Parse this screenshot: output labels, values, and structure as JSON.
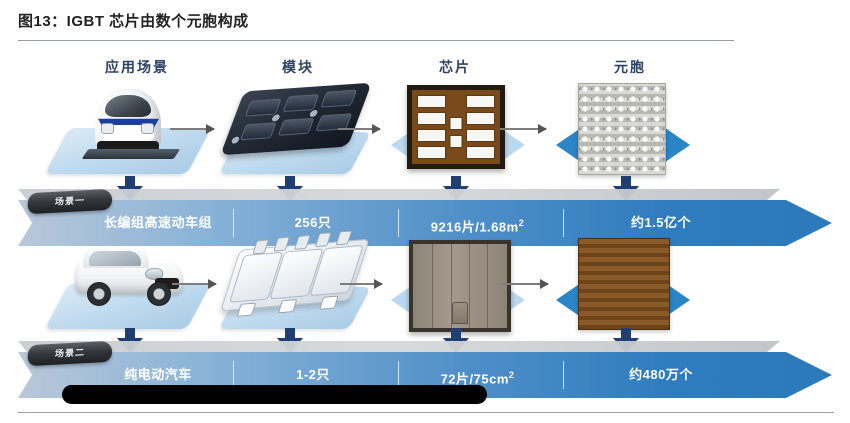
{
  "figure": {
    "title": "图13：IGBT 芯片由数个元胞构成"
  },
  "columns": [
    {
      "id": "application-scene",
      "label": "应用场景"
    },
    {
      "id": "module",
      "label": "模块"
    },
    {
      "id": "chip",
      "label": "芯片"
    },
    {
      "id": "cell",
      "label": "元胞"
    }
  ],
  "scenarios": [
    {
      "tag": "场景一",
      "values": {
        "application": "长编组高速动车组",
        "module": "256只",
        "chip": "9216片/1.68m",
        "chip_sup": "2",
        "cell": "约1.5亿个"
      },
      "visuals": {
        "application": "high-speed-train",
        "module": "dark-igbt-power-module",
        "chip": "brown-grid-chip",
        "cell": "grey-honeycomb-cell"
      }
    },
    {
      "tag": "场景二",
      "values": {
        "application": "纯电动汽车",
        "module": "1-2只",
        "chip": "72片/75cm",
        "chip_sup": "2",
        "cell": "约480万个"
      },
      "visuals": {
        "application": "white-electric-car",
        "module": "light-igbt-power-module",
        "chip": "grey-striped-chip",
        "cell": "brown-striped-cell"
      }
    }
  ],
  "colors": {
    "header_text": "#2d4364",
    "banner_start": "#b9c8d8",
    "banner_end": "#2b7ab9",
    "arrow_navy": "#1f3f73",
    "pill_dark": "#1d2024",
    "rule": "#9aa0a6"
  }
}
